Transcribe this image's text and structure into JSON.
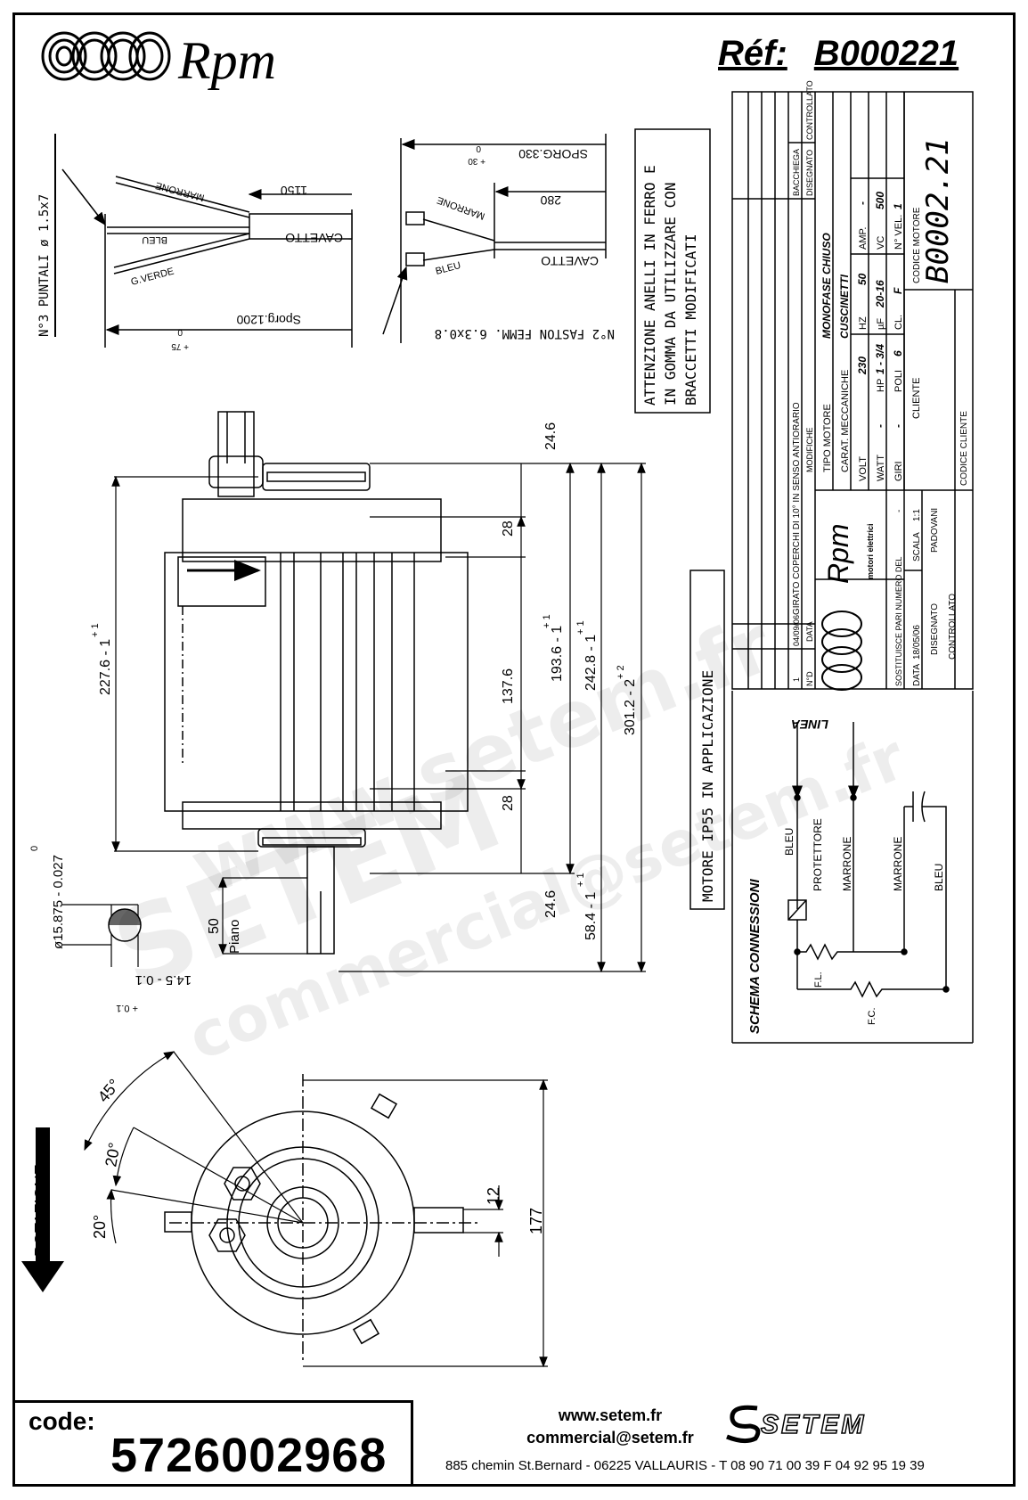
{
  "header": {
    "brand": "Rpm",
    "ref_label": "Réf:",
    "ref_code": "B000221"
  },
  "cable_left": {
    "puntali": "N°3 PUNTALI ø 1.5x7",
    "len_main": "1150",
    "marrone": "MARRONE",
    "bleu": "BLEU",
    "gverde": "G.VERDE",
    "cavetto": "CAVETTO",
    "sporg": "Sporg.1200",
    "sporg_tol_up": "0",
    "sporg_tol_dn": "+ 75"
  },
  "cable_right": {
    "sporg": "SPORG.330",
    "sporg_tol_up": "0",
    "sporg_tol_dn": "+ 30",
    "len": "280",
    "marrone": "MARRONE",
    "bleu": "BLEU",
    "cavetto": "CAVETTO",
    "fastons": "N°2 FASTON FEMM. 6.3x0.8"
  },
  "note": {
    "line1": "ATTENZIONE ANELLI IN FERRO E",
    "line2": "IN GOMMA DA UTILIZZARE CON",
    "line3": "BRACCETTI MODIFICATI"
  },
  "ip_note": "MOTORE  IP55 IN APPLICAZIONE",
  "dims": {
    "d1": "24.6",
    "d2": "28",
    "d3": "137.6",
    "d4": "28",
    "d5": "24.6",
    "d6": "193.6 - 1",
    "d6_tol": "+ 1",
    "d7": "242.8 - 1",
    "d7_tol": "+ 1",
    "d8": "301.2 - 2",
    "d8_tol": "+ 2",
    "d9": "58.4 - 1",
    "d9_tol": "+ 1",
    "d10": "227.6 - 1",
    "d10_tol": "+ 1",
    "shaft_d": "ø15.875 - 0.027",
    "shaft_d_tol": "0",
    "flat": "50",
    "piano": "Piano",
    "flat_w": "14.5 - 0.1",
    "flat_w_tol": "+ 0.1",
    "angle45": "45°",
    "angle20a": "20°",
    "angle20b": "20°",
    "d12": "12",
    "d177": "177",
    "rotazione": "ROTAZIONE"
  },
  "title_block": {
    "rev_headers": [
      "N°D",
      "DATA",
      "MODIFICHE",
      "DISEGNATO",
      "CONTROLLATO"
    ],
    "rev1": [
      "1",
      "04/09/06",
      "GIRATO COPERCHI DI 10° IN SENSO ANTIORARIO",
      "BACCHIEGA",
      ""
    ],
    "company": "Rpm",
    "company_sub": "motori elettrici",
    "tipo_label": "TIPO MOTORE",
    "tipo_val": "MONOFASE CHIUSO",
    "carat_label": "CARAT. MECCANICHE",
    "carat_val": "CUSCINETTI",
    "volt_label": "VOLT",
    "volt_val": "230",
    "hz_label": "HZ",
    "hz_val": "50",
    "amp_label": "AMP.",
    "amp_val": "-",
    "watt_label": "WATT",
    "watt_val": "-",
    "hp_label": "HP",
    "hp_val": "1 - 3/4",
    "uf_label": "µF",
    "uf_val": "20-16",
    "vc_label": "VC",
    "vc_val": "500",
    "giri_label": "GIRI",
    "giri_val": "-",
    "poli_label": "POLI",
    "poli_val": "6",
    "cl_label": "CL.",
    "cl_val": "F",
    "nvel_label": "N° VEL.",
    "nvel_val": "1",
    "sost_label": "SOSTITUISCE PARI NUMERO DEL",
    "sost_val": "-",
    "cliente_label": "CLIENTE",
    "codmot_label": "CODICE MOTORE",
    "codmot_val": "B0002.21",
    "data_label": "DATA",
    "data_val": "18/05/06",
    "scala_label": "SCALA",
    "scala_val": "1:1",
    "disegnato_label": "DISEGNATO",
    "disegnato_val": "PADOVANI",
    "controllato_label": "CONTROLLATO",
    "codcli_label": "CODICE CLIENTE"
  },
  "schema": {
    "title": "SCHEMA CONNESSIONI",
    "linea": "LINEA",
    "bleu1": "BLEU",
    "protettore": "PROTETTORE",
    "marrone1": "MARRONE",
    "marrone2": "MARRONE",
    "bleu2": "BLEU",
    "fl": "F.L.",
    "fc": "F.C."
  },
  "footer": {
    "code_label": "code:",
    "code_value": "5726002968",
    "web": "www.setem.fr",
    "email": "commercial@setem.fr",
    "address": "885 chemin St.Bernard  -  06225 VALLAURIS  -  T 08 90 71 00 39   F 04 92 95 19 39",
    "setem": "SETEM"
  },
  "watermark": {
    "w1": "www.setem.fr",
    "w2": "SETEM",
    "w3": "commercial@setem.fr"
  }
}
